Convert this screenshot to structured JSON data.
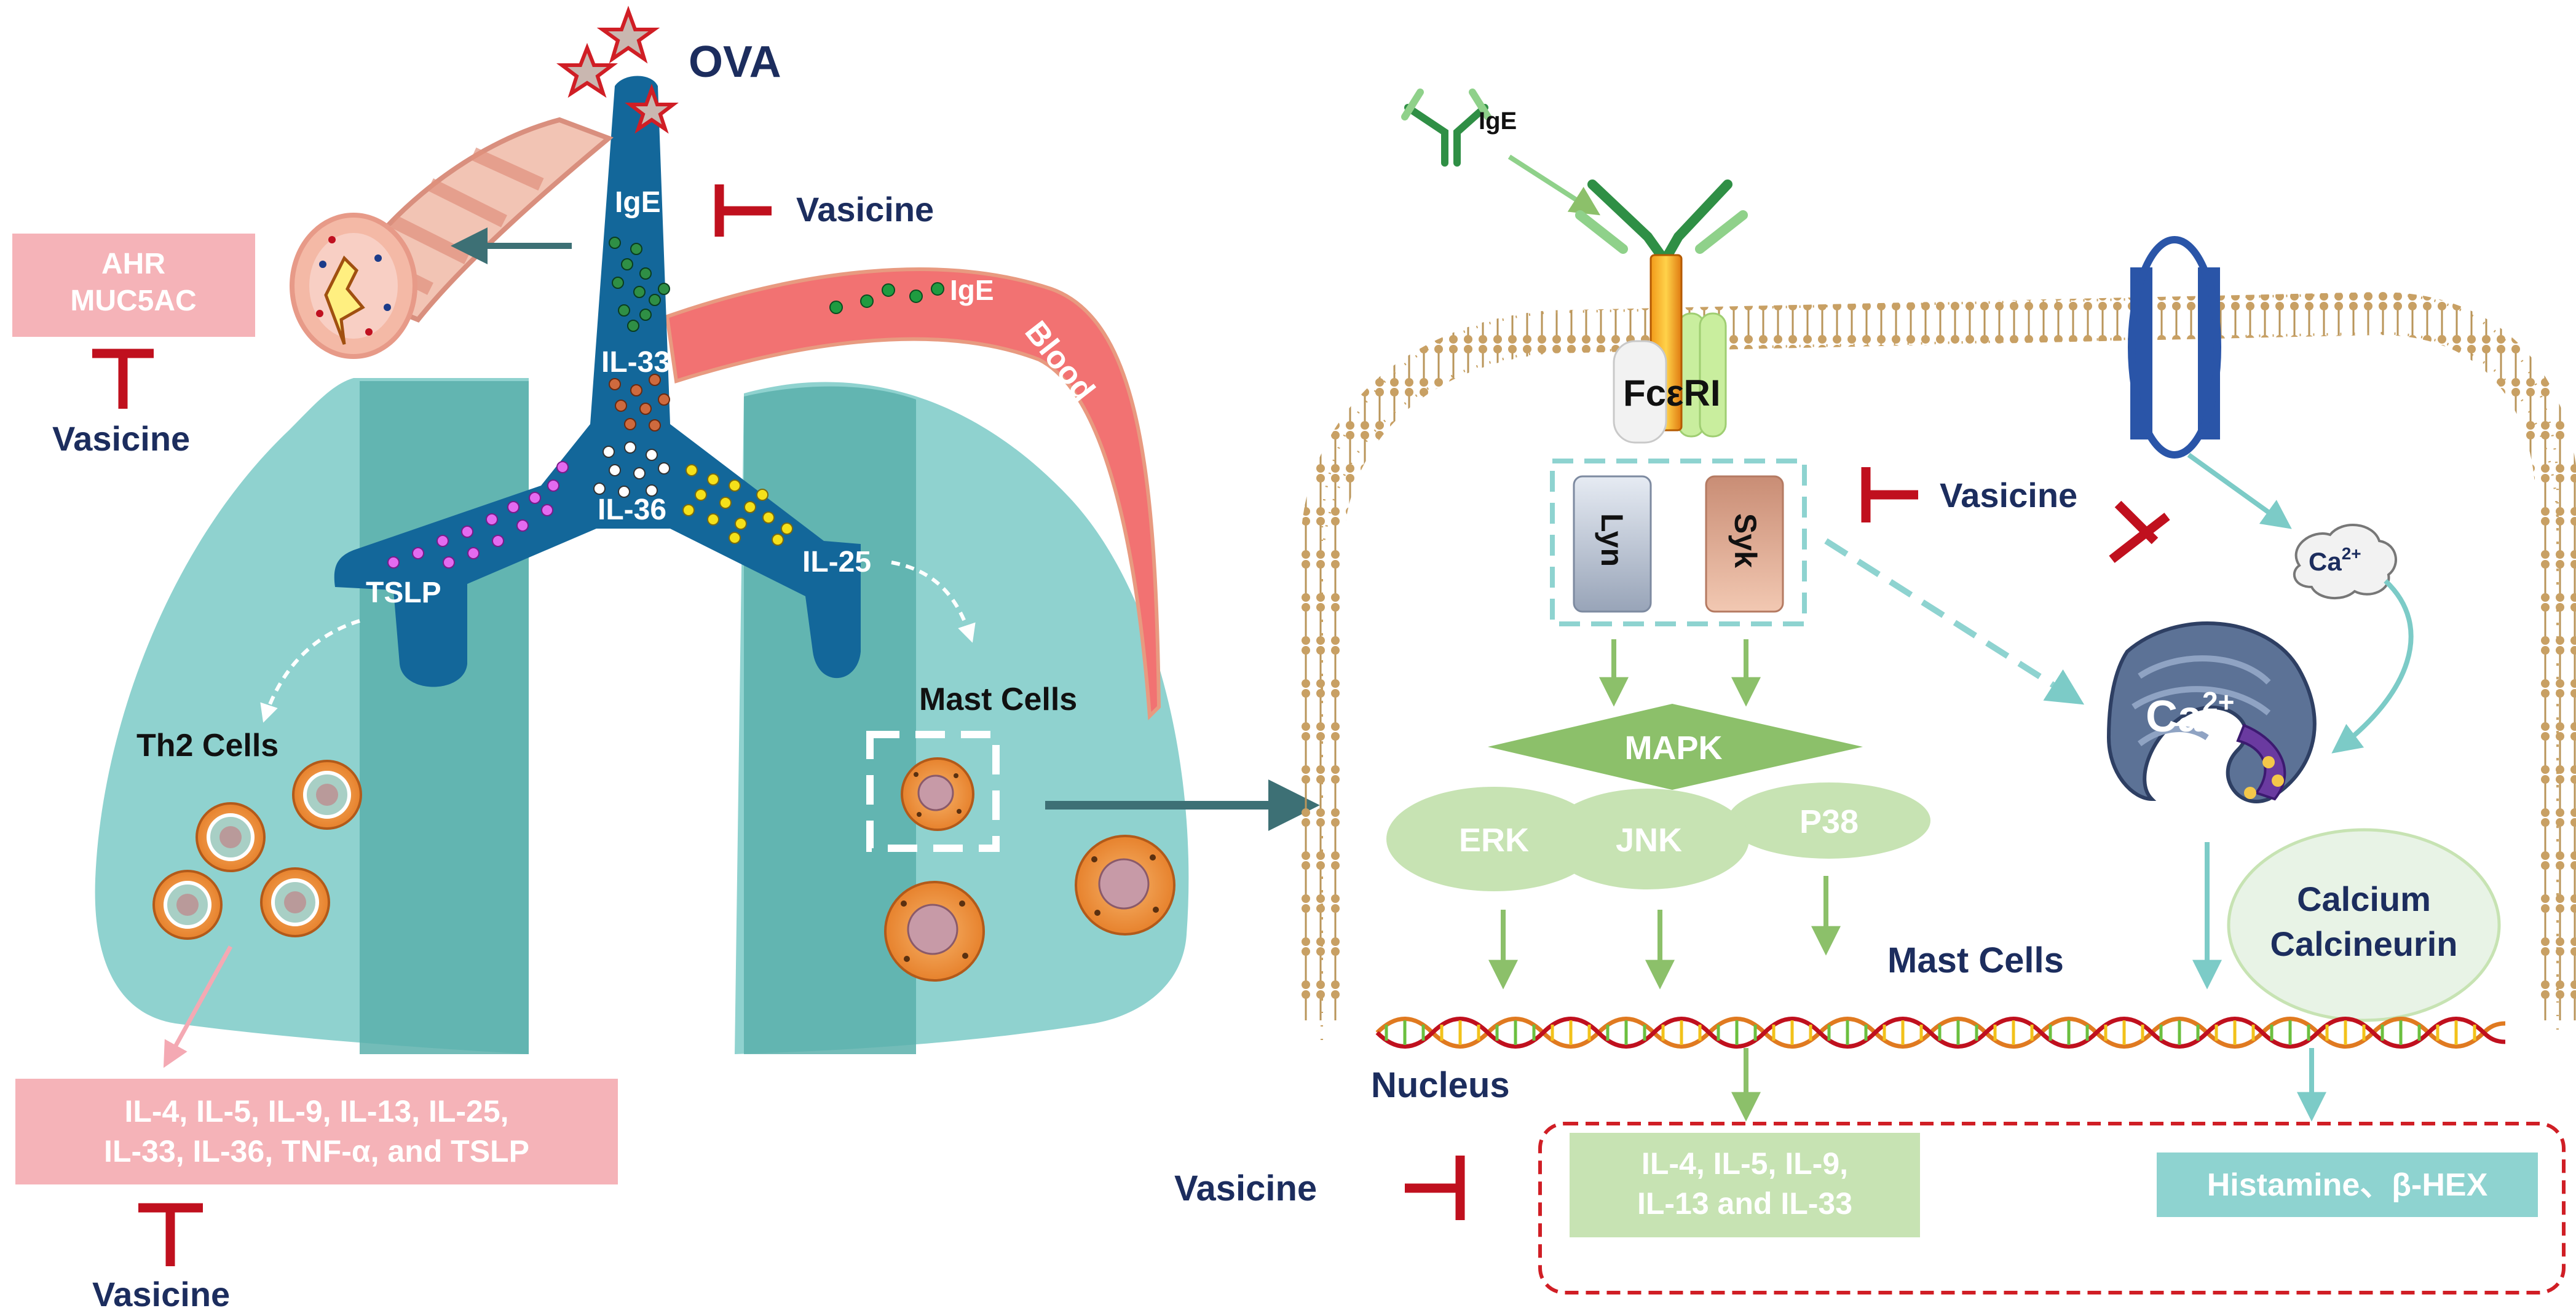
{
  "left_panel": {
    "stimulus": "OVA",
    "airway_labels": {
      "ige": "IgE",
      "il33": "IL-33",
      "il36": "IL-36",
      "tslp": "TSLP",
      "il25": "IL-25"
    },
    "blood_label": "Blood",
    "blood_ige": "IgE",
    "ahr_box": {
      "line1": "AHR",
      "line2": "MUC5AC"
    },
    "th2_label": "Th2 Cells",
    "mast_label": "Mast Cells",
    "cytokine_box": {
      "line1": "IL-4, IL-5, IL-9, IL-13, IL-25,",
      "line2": "IL-33, IL-36, TNF-α, and TSLP"
    },
    "vasicine_top": "Vasicine",
    "vasicine_ahr": "Vasicine",
    "vasicine_bottom": "Vasicine"
  },
  "right_panel": {
    "ige_label": "IgE",
    "receptor_label": "FcεRI",
    "lyn": "Lyn",
    "syk": "Syk",
    "vasicine_kinase": "Vasicine",
    "mapk": "MAPK",
    "erk": "ERK",
    "jnk": "JNK",
    "p38": "P38",
    "ca_small": "Ca",
    "ca_small_sup": "2+",
    "ca_er": "Ca",
    "ca_er_sup": "2+",
    "calcineurin_line1": "Calcium",
    "calcineurin_line2": "Calcineurin",
    "mast_cells": "Mast Cells",
    "nucleus": "Nucleus",
    "output_cytokines": {
      "line1": "IL-4, IL-5, IL-9,",
      "line2": "IL-13 and IL-33"
    },
    "output_mediators": "Histamine、β-HEX",
    "vasicine_output": "Vasicine"
  },
  "colors": {
    "navy": "#1c2d5e",
    "airway_blue": "#13679a",
    "lung_teal": "#8fd2cf",
    "inhibitor_red": "#c0101e",
    "pink_box": "#f5b3b8",
    "green_box": "#c7e3b3",
    "teal_box": "#8ed3d0"
  }
}
